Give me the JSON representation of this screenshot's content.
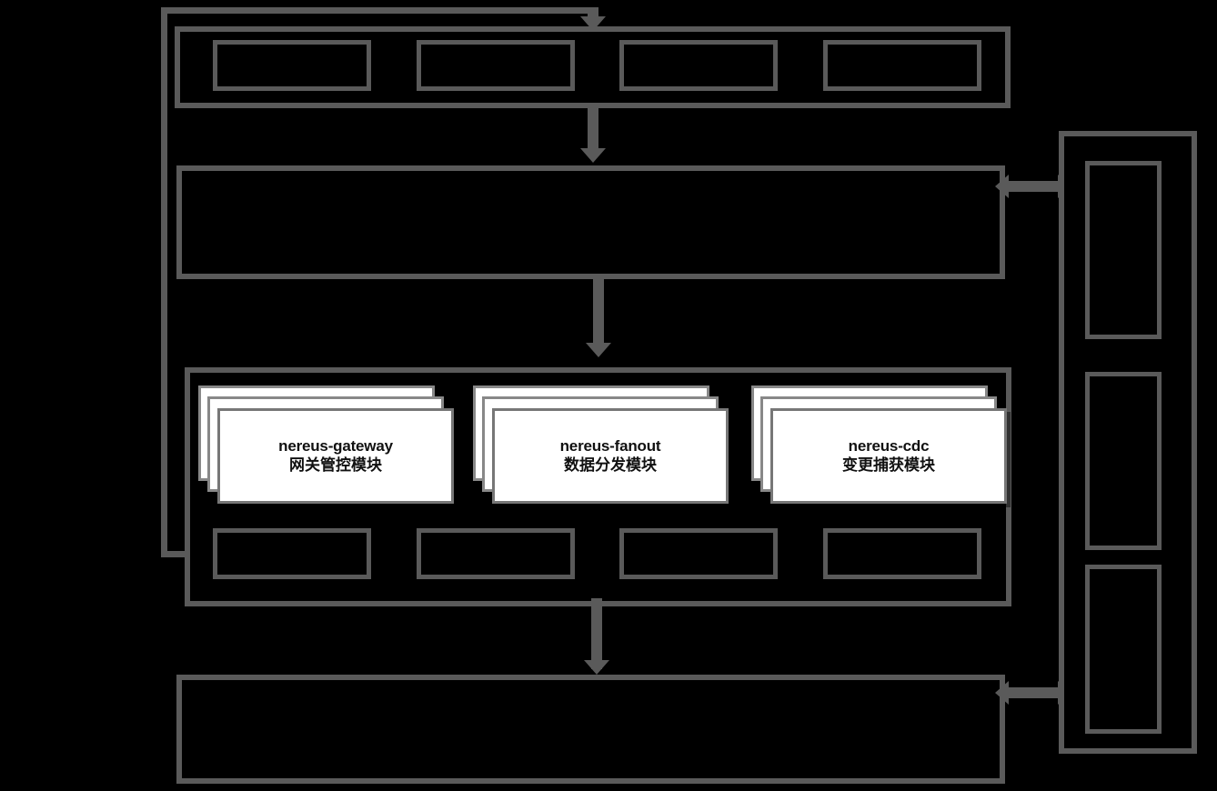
{
  "diagram": {
    "background_color": "#000000",
    "border_color": "#5a5a5a",
    "card_fill_color": "#ffffff",
    "card_border_color": "#888888",
    "text_color": "#111111",
    "layers": {
      "top_band": {
        "label": "",
        "boxes": [
          {
            "label": ""
          },
          {
            "label": ""
          },
          {
            "label": ""
          },
          {
            "label": ""
          }
        ]
      },
      "second_band": {
        "label": ""
      },
      "module_band": {
        "label": "",
        "modules": [
          {
            "name": "nereus-gateway",
            "description": "网关管控模块",
            "stack_count": 3
          },
          {
            "name": "nereus-fanout",
            "description": "数据分发模块",
            "stack_count": 3
          },
          {
            "name": "nereus-cdc",
            "description": "变更捕获模块",
            "stack_count": 3
          }
        ],
        "sub_boxes": [
          {
            "label": ""
          },
          {
            "label": ""
          },
          {
            "label": ""
          },
          {
            "label": ""
          }
        ]
      },
      "bottom_band": {
        "label": ""
      },
      "right_column": {
        "label": "",
        "boxes": [
          {
            "label": ""
          },
          {
            "label": ""
          },
          {
            "label": ""
          }
        ]
      }
    },
    "connectors": [
      {
        "name": "top-band-to-second-band",
        "direction": "down"
      },
      {
        "name": "second-band-to-module-band",
        "direction": "down"
      },
      {
        "name": "module-band-to-bottom-band",
        "direction": "down"
      },
      {
        "name": "second-band-to-right-column",
        "direction": "bidirectional"
      },
      {
        "name": "bottom-band-to-right-column",
        "direction": "bidirectional"
      },
      {
        "name": "left-feedback-loop",
        "direction": "up"
      }
    ]
  }
}
